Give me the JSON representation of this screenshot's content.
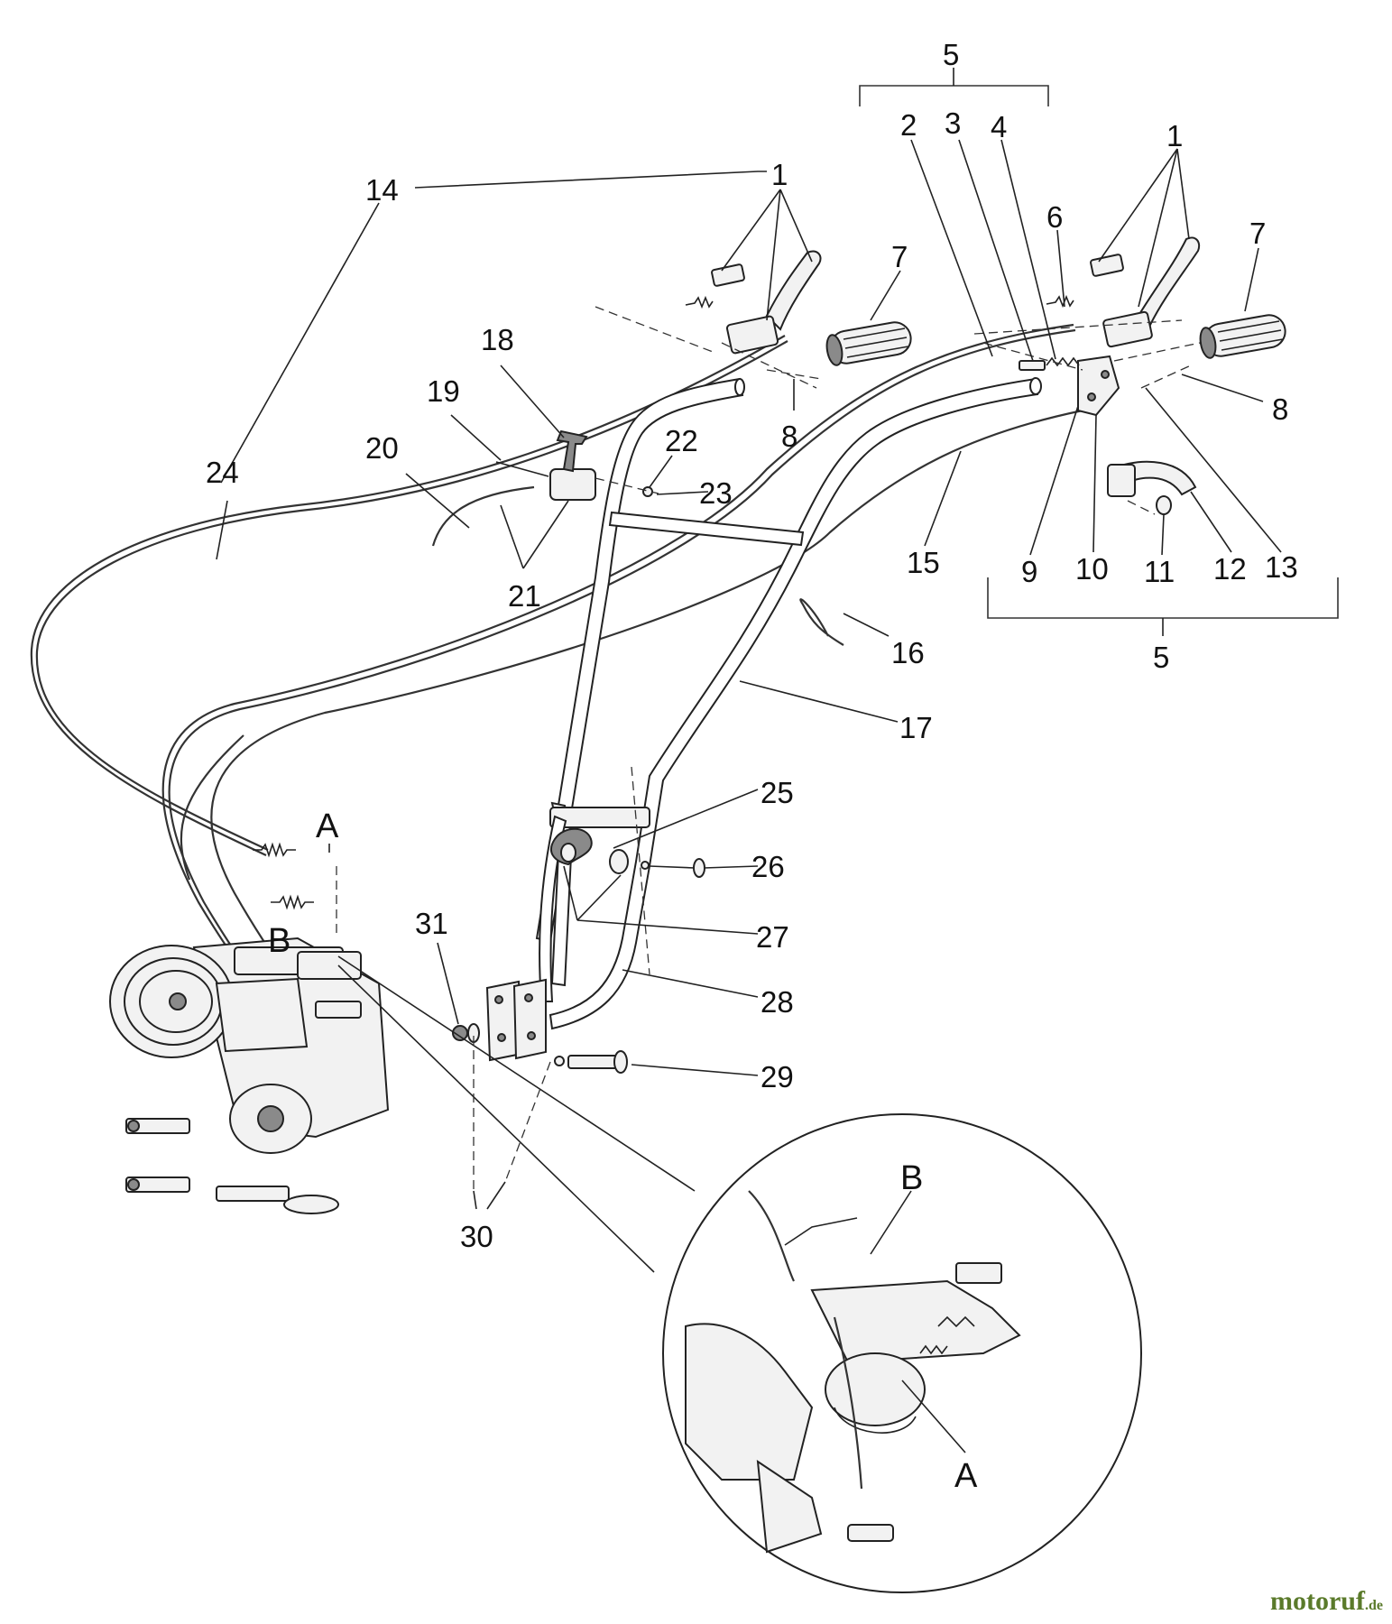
{
  "diagram": {
    "callouts": {
      "c5_top": "5",
      "c2": "2",
      "c3": "3",
      "c4": "4",
      "c1_right": "1",
      "c6": "6",
      "c7_right": "7",
      "c8_right": "8",
      "c9": "9",
      "c10": "10",
      "c11": "11",
      "c12": "12",
      "c13": "13",
      "c5_bottom": "5",
      "c14": "14",
      "c1_left": "1",
      "c7_left": "7",
      "c8_left": "8",
      "c18": "18",
      "c19": "19",
      "c20": "20",
      "c22": "22",
      "c23": "23",
      "c21": "21",
      "c24": "24",
      "c15": "15",
      "c16": "16",
      "c17": "17",
      "c25": "25",
      "c26": "26",
      "c27": "27",
      "c28": "28",
      "c29": "29",
      "c30": "30",
      "c31": "31",
      "label_a_main": "A",
      "label_b_main": "B",
      "label_b_detail": "B",
      "label_a_detail": "A"
    }
  },
  "watermark": {
    "brand": "motoruf",
    "tld": ".de"
  },
  "colors": {
    "ink": "#222222",
    "watermark": "#5a7a2a"
  }
}
